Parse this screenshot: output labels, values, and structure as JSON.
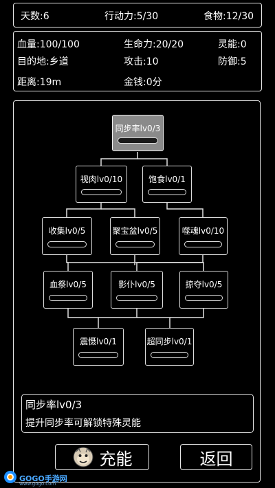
{
  "topbar": {
    "days": "天数:6",
    "action": "行动力:5/30",
    "food": "食物:12/30"
  },
  "stats": {
    "hp": "血量:100/100",
    "vitality": "生命力:20/20",
    "spirit": "灵能:0",
    "destination": "目的地:乡道",
    "attack": "攻击:10",
    "defense": "防御:5",
    "distance": "距离:19m",
    "money": "金钱:0分"
  },
  "skills": [
    {
      "id": "sync",
      "label": "同步率lv0/3",
      "active": true
    },
    {
      "id": "viewmeat",
      "label": "视肉lv0/10"
    },
    {
      "id": "gluttony",
      "label": "饱食lv0/1"
    },
    {
      "id": "collect",
      "label": "收集lv0/5"
    },
    {
      "id": "treasure",
      "label": "聚宝盆lv0/5"
    },
    {
      "id": "soul",
      "label": "噬魂lv0/10"
    },
    {
      "id": "bloodsac",
      "label": "血祭lv0/5"
    },
    {
      "id": "shadow",
      "label": "影仆lv0/5"
    },
    {
      "id": "plunder",
      "label": "掠夺lv0/5"
    },
    {
      "id": "shock",
      "label": "震慑lv0/1"
    },
    {
      "id": "supersync",
      "label": "超同步lv0/1"
    }
  ],
  "detail": {
    "title": "同步率lv0/3",
    "desc": "提升同步率可解锁特殊灵能"
  },
  "buttons": {
    "charge": "充能",
    "back": "返回"
  },
  "watermark": {
    "brand": "GOGO手游网",
    "url": "www.gogo.com"
  },
  "icons": {
    "charge_icon": "monkey-face-icon",
    "logo": "gogo-logo-icon"
  }
}
